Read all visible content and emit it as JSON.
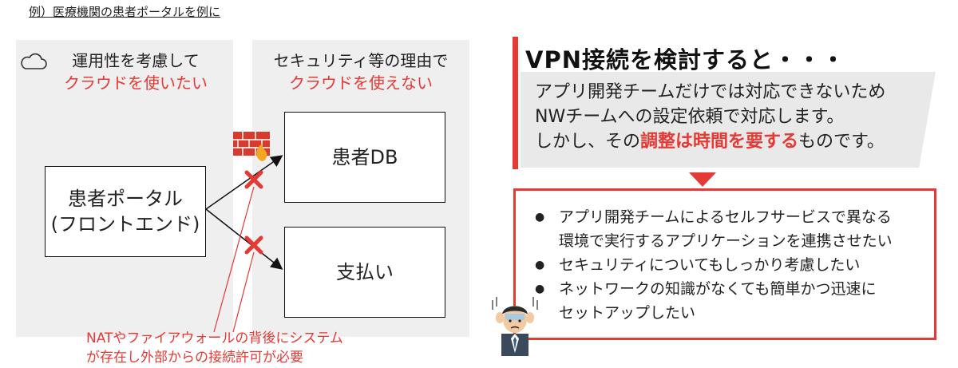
{
  "caption": "例）医療機関の患者ポータルを例に",
  "left_panel": {
    "line1": "運用性を考慮して",
    "line2": "クラウドを使いたい"
  },
  "right_panel": {
    "line1": "セキュリティ等の理由で",
    "line2": "クラウドを使えない"
  },
  "boxes": {
    "portal_line1": "患者ポータル",
    "portal_line2": "(フロントエンド)",
    "db": "患者DB",
    "payment": "支払い"
  },
  "note": {
    "line1": "NATやファイアウォールの背後にシステム",
    "line2": "が存在し外部からの接続許可が必要"
  },
  "heading": "VPN接続を検討すると・・・",
  "explanation": {
    "line1": "アプリ開発チームだけでは対応できないため",
    "line2": "NWチームへの設定依頼で対応します。",
    "line3_prefix": "しかし、その",
    "line3_highlight": "調整は時間を要する",
    "line3_suffix": "ものです。"
  },
  "wishes": {
    "item1_line1": "アプリ開発チームによるセルフサービスで異なる",
    "item1_line2": "環境で実行するアプリケーションを連携させたい",
    "item2": "セキュリティについてもしっかり考慮したい",
    "item3_line1": "ネットワークの知識がなくても簡単かつ迅速に",
    "item3_line2": "セットアップしたい"
  },
  "colors": {
    "accent_red": "#e53935",
    "panel_grey": "#efefef",
    "band_grey": "#e9e9e9"
  },
  "icons": [
    "cloud-icon",
    "firewall-icon",
    "blocked-x-icon",
    "worried-person-icon"
  ]
}
